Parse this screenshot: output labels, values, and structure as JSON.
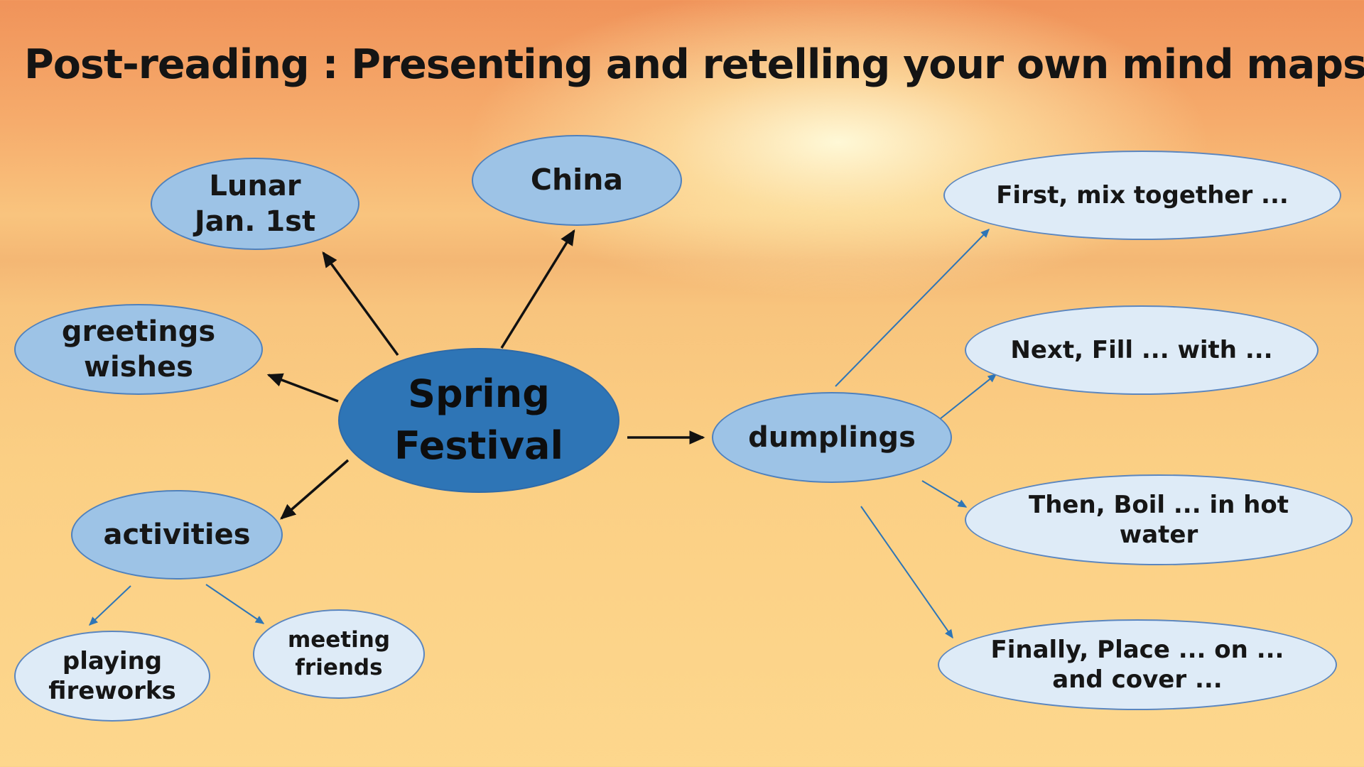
{
  "title": "Post-reading : Presenting and retelling your own mind maps.",
  "colors": {
    "center_fill": "#2e75b6",
    "topic_fill": "#9dc3e6",
    "step_fill": "#deebf7",
    "black_arrow": "#111111",
    "blue_arrow": "#2e75b6"
  },
  "mind_map": {
    "center": {
      "line1": "Spring",
      "line2": "Festival"
    },
    "topics": {
      "date": {
        "line1": "Lunar",
        "line2": "Jan. 1st"
      },
      "place": {
        "label": "China"
      },
      "greetings": {
        "line1": "greetings",
        "line2": "wishes"
      },
      "activities": {
        "label": "activities"
      },
      "dumplings": {
        "label": "dumplings"
      }
    },
    "activity_items": {
      "fireworks": {
        "line1": "playing",
        "line2": "fireworks"
      },
      "friends": {
        "line1": "meeting",
        "line2": "friends"
      }
    },
    "dumpling_steps": {
      "first": {
        "line1": "First, mix together ..."
      },
      "next": {
        "line1": "Next, Fill ... with ..."
      },
      "then": {
        "line1": "Then, Boil ...  in hot",
        "line2": "water"
      },
      "finally": {
        "line1": "Finally, Place ...  on ...",
        "line2": "and cover ..."
      }
    }
  }
}
